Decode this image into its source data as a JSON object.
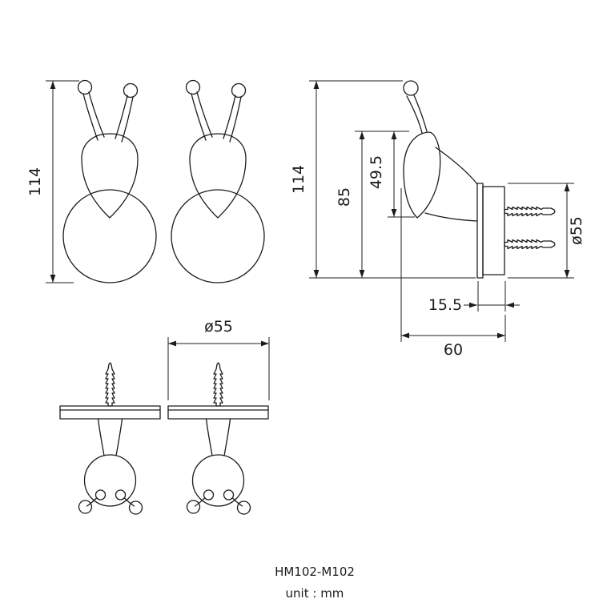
{
  "drawing": {
    "product_code": "HM102-M102",
    "unit_note": "unit : mm",
    "colors": {
      "line": "#1c1c1c",
      "background": "#ffffff"
    },
    "dimensions": {
      "front_height": "114",
      "side_height": "114",
      "side_mount_height": "85",
      "side_body_height": "49.5",
      "side_plate_diameter": "ø55",
      "side_plate_thickness": "15.5",
      "side_depth": "60",
      "bottom_plate_diameter": "ø55"
    }
  }
}
